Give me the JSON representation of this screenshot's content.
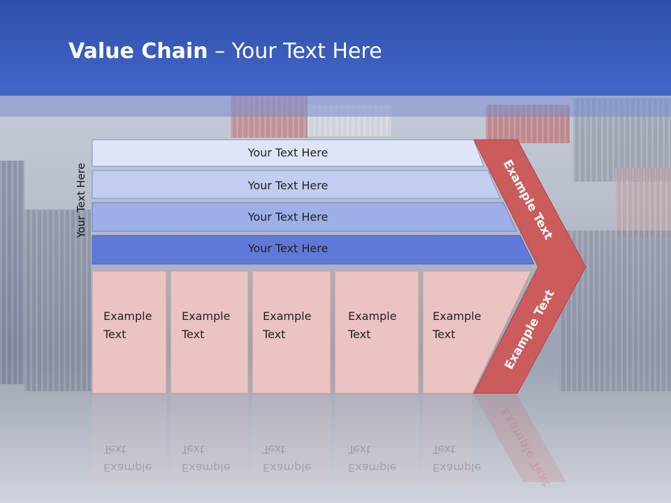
{
  "title": {
    "bold": "Value Chain",
    "rest": " – Your Text Here"
  },
  "side_label": "Your Text Here",
  "rows": [
    {
      "label": "Your Text Here",
      "color": "#dfe5f7"
    },
    {
      "label": "Your Text Here",
      "color": "#c3cdf0"
    },
    {
      "label": "Your Text Here",
      "color": "#9daee8"
    },
    {
      "label": "Your Text Here",
      "color": "#6079d8"
    }
  ],
  "boxes": [
    {
      "line1": "Example",
      "line2": "Text"
    },
    {
      "line1": "Example",
      "line2": "Text"
    },
    {
      "line1": "Example",
      "line2": "Text"
    },
    {
      "line1": "Example",
      "line2": "Text"
    },
    {
      "line1": "Example",
      "line2": "Text"
    }
  ],
  "arrow": {
    "top_label": "Example Text",
    "bottom_label": "Example Text",
    "color": "#cc5c5c"
  },
  "colors": {
    "header": "#3a5bbf",
    "box_fill": "#ecc3c3",
    "box_stroke": "#c99a9a"
  }
}
